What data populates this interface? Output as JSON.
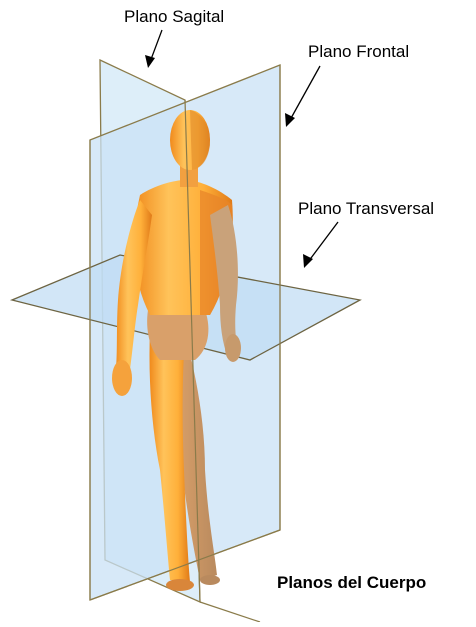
{
  "labels": {
    "sagital": "Plano Sagital",
    "frontal": "Plano Frontal",
    "transversal": "Plano Transversal"
  },
  "caption": "Planos del Cuerpo",
  "colors": {
    "plane_fill": "#cfe6f7",
    "plane_edge": "#8a7b4a",
    "body_light": "#ffb43c",
    "body_dark": "#e07a18",
    "body_shade": "#c9a27a",
    "arrow": "#000000"
  }
}
